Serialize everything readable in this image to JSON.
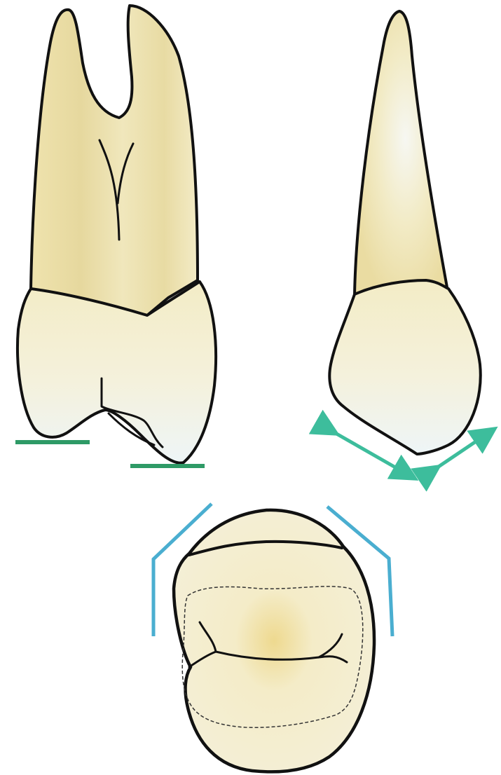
{
  "colors": {
    "tooth_fill": "#f3ebbf",
    "tooth_fill_light": "#f4f7f6",
    "tooth_fill_dark": "#e9dca3",
    "outline": "#111111",
    "green_marker": "#2e9a66",
    "teal_arrow": "#3dbd9c",
    "blue_marker": "#4aaed0"
  },
  "views": {
    "buccal": {
      "icon": "molar-buccal-view"
    },
    "proximal": {
      "icon": "molar-proximal-view"
    },
    "occlusal": {
      "icon": "molar-occlusal-view"
    }
  }
}
